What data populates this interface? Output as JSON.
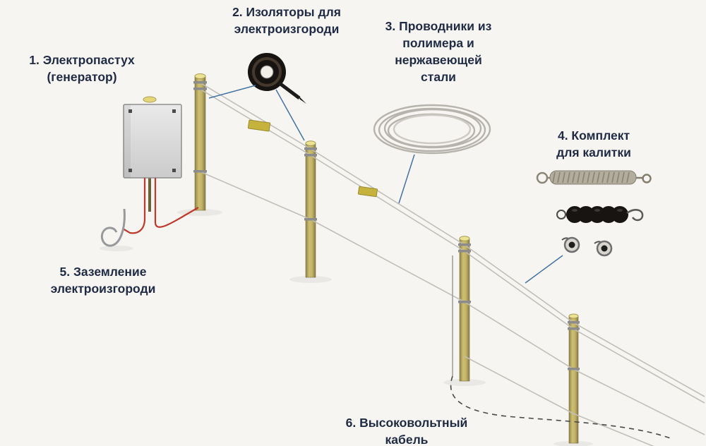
{
  "diagram": {
    "labels": {
      "item1": "1. Электропастух\n(генератор)",
      "item2": "2. Изоляторы для\nэлектроизгороди",
      "item3": "3. Проводники из\nполимера и\nнержавеющей\nстали",
      "item4": "4. Комплект\nдля калитки",
      "item5": "5. Заземление\nэлектроизгороди",
      "item6": "6. Высоковольтный\nкабель"
    },
    "colors": {
      "background": "#f7f5f1",
      "text": "#1f2a44",
      "post": "#c4b468",
      "post_top": "#ece294",
      "generator_box": "#dcdcdc",
      "wire": "#c2bfba",
      "ground_wire_red": "#c0392b",
      "callout_blue": "#4273a3",
      "insulator_black": "#171310",
      "warning_tag": "#c6b33e",
      "cable_dashed": "#4a4a4a"
    }
  }
}
